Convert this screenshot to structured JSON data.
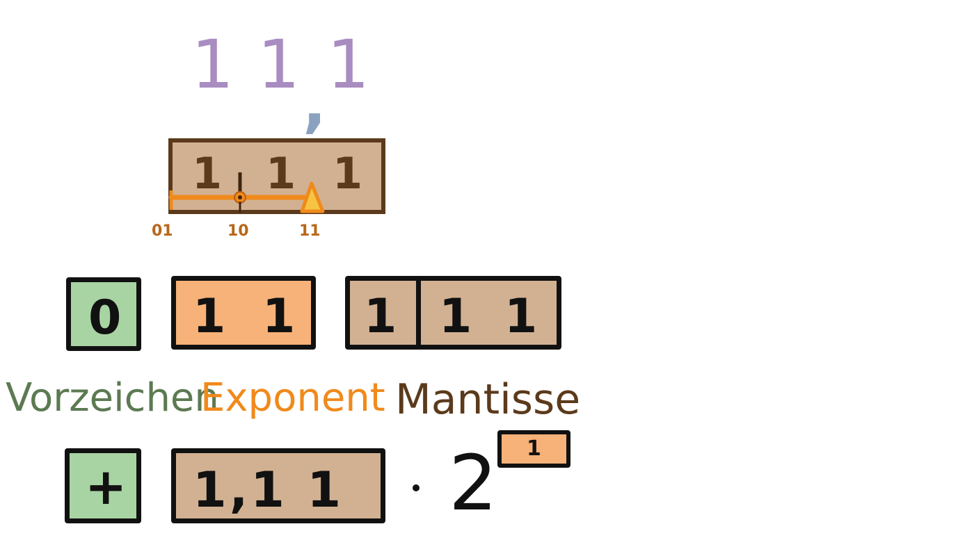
{
  "top_number": {
    "digits": [
      "1",
      "1",
      "1"
    ],
    "comma": ","
  },
  "scale": {
    "digits": [
      "1",
      "1",
      "1"
    ],
    "labels": [
      "01",
      "10",
      "11"
    ]
  },
  "bits": {
    "sign": "0",
    "exponent": [
      "1",
      "1"
    ],
    "mantissa": [
      "1",
      "1",
      "1"
    ]
  },
  "captions": {
    "sign": "Vorzeichen",
    "exponent": "Exponent",
    "mantissa": "Mantisse"
  },
  "formula": {
    "sign": "+",
    "mantissa": "1,1 1",
    "base": "2",
    "exponent": "1"
  },
  "colors": {
    "sign": "#a8d4a3",
    "exponent": "#f6b279",
    "mantissa": "#d2b192",
    "top_digits": "#a98cc0",
    "comma": "#8aa2bf",
    "pointer": "#f5a623"
  }
}
